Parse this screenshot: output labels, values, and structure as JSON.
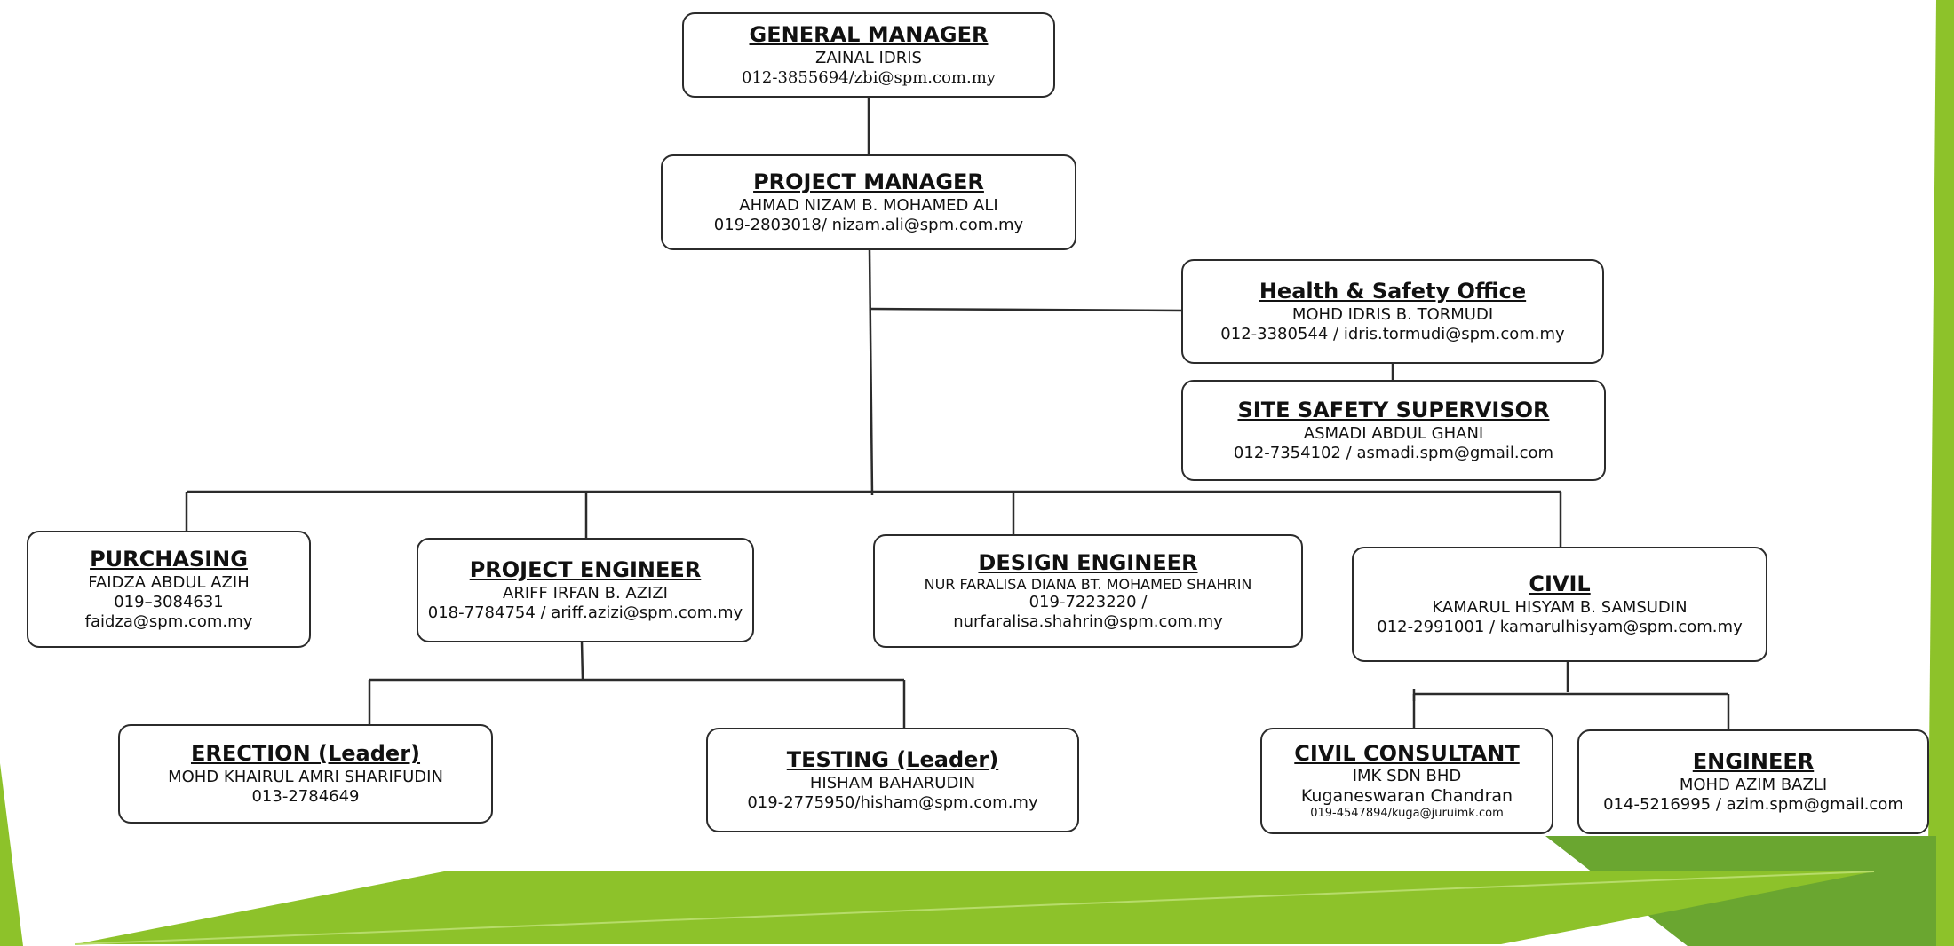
{
  "chart": {
    "general_manager": {
      "title": "GENERAL MANAGER",
      "name": "ZAINAL IDRIS",
      "contact": "012-3855694/zbi@spm.com.my"
    },
    "project_manager": {
      "title": "PROJECT MANAGER",
      "name": "AHMAD NIZAM B. MOHAMED ALI",
      "contact": "019-2803018/  nizam.ali@spm.com.my"
    },
    "health_safety": {
      "title": "Health & Safety Office",
      "name": "MOHD IDRIS B. TORMUDI",
      "contact": "012-3380544 / idris.tormudi@spm.com.my"
    },
    "site_safety": {
      "title": "SITE SAFETY SUPERVISOR",
      "name": "ASMADI ABDUL GHANI",
      "contact": "012-7354102 / asmadi.spm@gmail.com"
    },
    "purchasing": {
      "title": "PURCHASING",
      "name": "FAIDZA ABDUL AZIH",
      "phone": "019–3084631",
      "email": "faidza@spm.com.my"
    },
    "project_engineer": {
      "title": "PROJECT ENGINEER",
      "name": "ARIFF IRFAN B. AZIZI",
      "contact": "018-7784754 / ariff.azizi@spm.com.my"
    },
    "design_engineer": {
      "title": "DESIGN ENGINEER",
      "name": "NUR FARALISA DIANA BT. MOHAMED SHAHRIN",
      "phone": "019-7223220 /",
      "email": "nurfaralisa.shahrin@spm.com.my"
    },
    "civil": {
      "title": "CIVIL",
      "name": "KAMARUL HISYAM B. SAMSUDIN",
      "contact": "012-2991001 / kamarulhisyam@spm.com.my"
    },
    "erection": {
      "title": "ERECTION (Leader)",
      "name": "MOHD KHAIRUL AMRI SHARIFUDIN",
      "phone": "013-2784649"
    },
    "testing": {
      "title": "TESTING (Leader)",
      "name": "HISHAM BAHARUDIN",
      "contact": "019-2775950/hisham@spm.com.my"
    },
    "civil_consultant": {
      "title": "CIVIL CONSULTANT",
      "company": "IMK SDN BHD",
      "name": "Kuganeswaran Chandran",
      "contact": "019-4547894/kuga@juruimk.com"
    },
    "engineer": {
      "title": "ENGINEER",
      "name": "MOHD AZIM BAZLI",
      "contact": "014-5216995 / azim.spm@gmail.com"
    }
  },
  "colors": {
    "accent_green": "#8dc22a",
    "dark_green": "#6aa630",
    "line": "#2b2b2b"
  }
}
